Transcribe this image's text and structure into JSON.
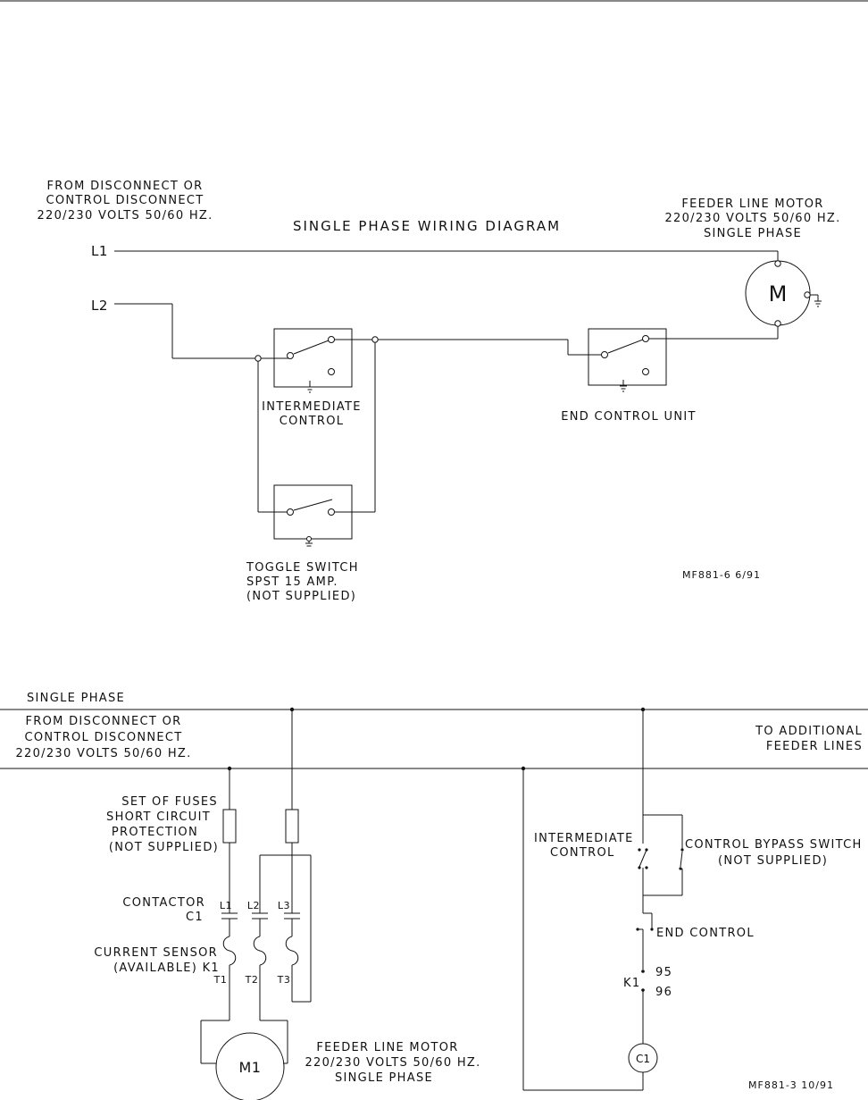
{
  "top_diagram": {
    "source_label": [
      "FROM DISCONNECT OR",
      "CONTROL DISCONNECT",
      "220/230 VOLTS 50/60 HZ."
    ],
    "title": "SINGLE PHASE WIRING DIAGRAM",
    "motor_label": [
      "FEEDER LINE MOTOR",
      "220/230 VOLTS 50/60 HZ.",
      "SINGLE PHASE"
    ],
    "motor_symbol": "M",
    "line1": "L1",
    "line2": "L2",
    "intermediate_label": [
      "INTERMEDIATE",
      "CONTROL"
    ],
    "end_unit_label": "END CONTROL UNIT",
    "toggle_label": [
      "TOGGLE SWITCH",
      "SPST 15 AMP.",
      "(NOT SUPPLIED)"
    ],
    "drawing_code": "MF881-6  6/91"
  },
  "bottom_diagram": {
    "single_phase": "SINGLE PHASE",
    "source_label": [
      "FROM DISCONNECT OR",
      "CONTROL DISCONNECT",
      "220/230 VOLTS 50/60 HZ."
    ],
    "additional_label": [
      "TO ADDITIONAL",
      "FEEDER LINES"
    ],
    "fuses_label": [
      "SET OF FUSES",
      "SHORT CIRCUIT",
      "PROTECTION",
      "(NOT SUPPLIED)"
    ],
    "contactor_label": [
      "CONTACTOR",
      "C1"
    ],
    "sensor_label": [
      "CURRENT SENSOR",
      "(AVAILABLE) K1"
    ],
    "terminals_top": [
      "L1",
      "L2",
      "L3"
    ],
    "terminals_bottom": [
      "T1",
      "T2",
      "T3"
    ],
    "motor_symbol": "M1",
    "motor_label": [
      "FEEDER LINE MOTOR",
      "220/230 VOLTS 50/60 HZ.",
      "SINGLE PHASE"
    ],
    "intermediate_label": [
      "INTERMEDIATE",
      "CONTROL"
    ],
    "bypass_label": [
      "CONTROL BYPASS SWITCH",
      "(NOT SUPPLIED)"
    ],
    "end_control": "END CONTROL",
    "relay": "K1",
    "relay_contacts": [
      "95",
      "96"
    ],
    "coil": "C1",
    "drawing_code": "MF881-3  10/91"
  }
}
